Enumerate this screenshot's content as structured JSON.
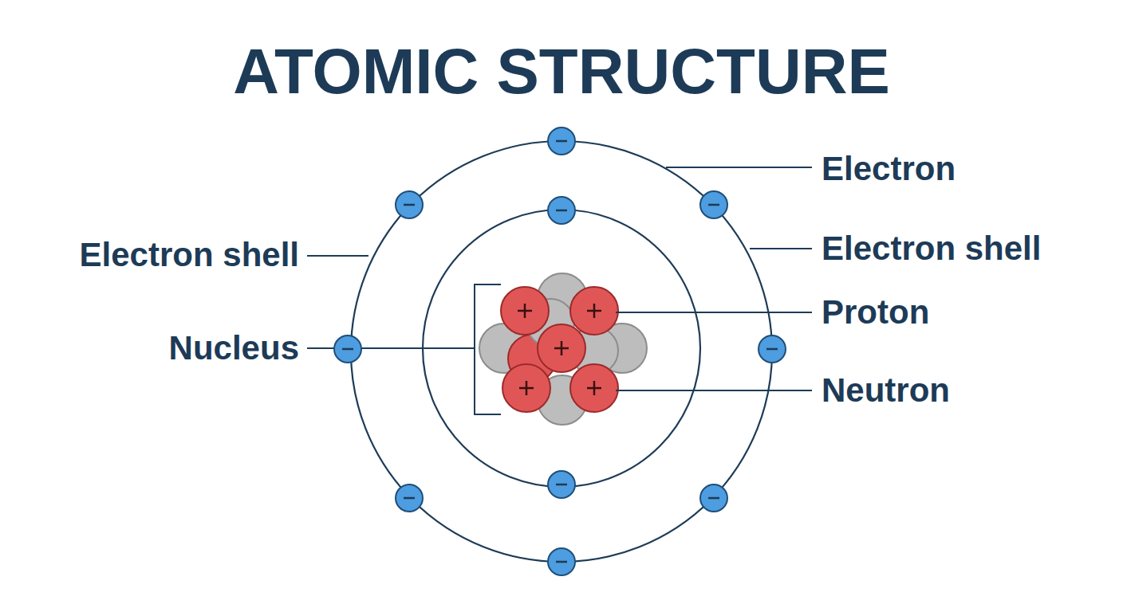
{
  "diagram": {
    "title": "ATOMIC STRUCTURE",
    "labels": [
      "Electron",
      "Electron shell",
      "Electron shell",
      "Proton",
      "Nucleus",
      "Neutron"
    ]
  }
}
